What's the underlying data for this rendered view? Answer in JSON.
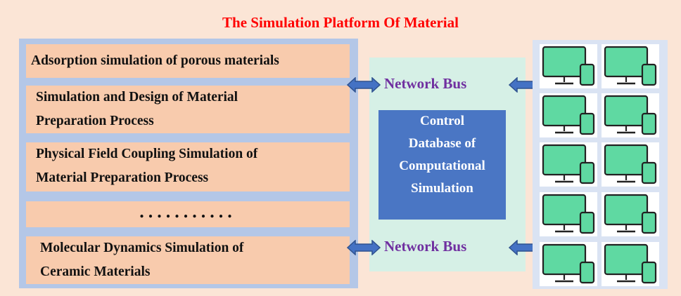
{
  "title": "The Simulation Platform Of Material",
  "modules": {
    "m1": [
      "Adsorption simulation of porous materials"
    ],
    "m2": [
      "Simulation and Design of Material",
      "Preparation Process"
    ],
    "m3": [
      "Physical Field Coupling Simulation of",
      "Material Preparation Process"
    ],
    "m4": [
      "..........."
    ],
    "m5": [
      "Molecular Dynamics Simulation of",
      "Ceramic Materials"
    ]
  },
  "network_bus": {
    "top": "Network Bus",
    "bottom": "Network Bus"
  },
  "database": [
    "Control",
    "Database of",
    "Computational",
    "Simulation"
  ],
  "devices": {
    "count": 10,
    "icon": "computer-and-phone-icon"
  },
  "colors": {
    "background": "#fbe5d6",
    "title": "#ff0000",
    "left_panel": "#b4c7e7",
    "module": "#f8cbad",
    "middle_panel": "#d6f0e6",
    "database": "#4a76c4",
    "bus_text": "#7030a0",
    "arrow": "#4472c4",
    "device_screen": "#5fd9a2"
  }
}
